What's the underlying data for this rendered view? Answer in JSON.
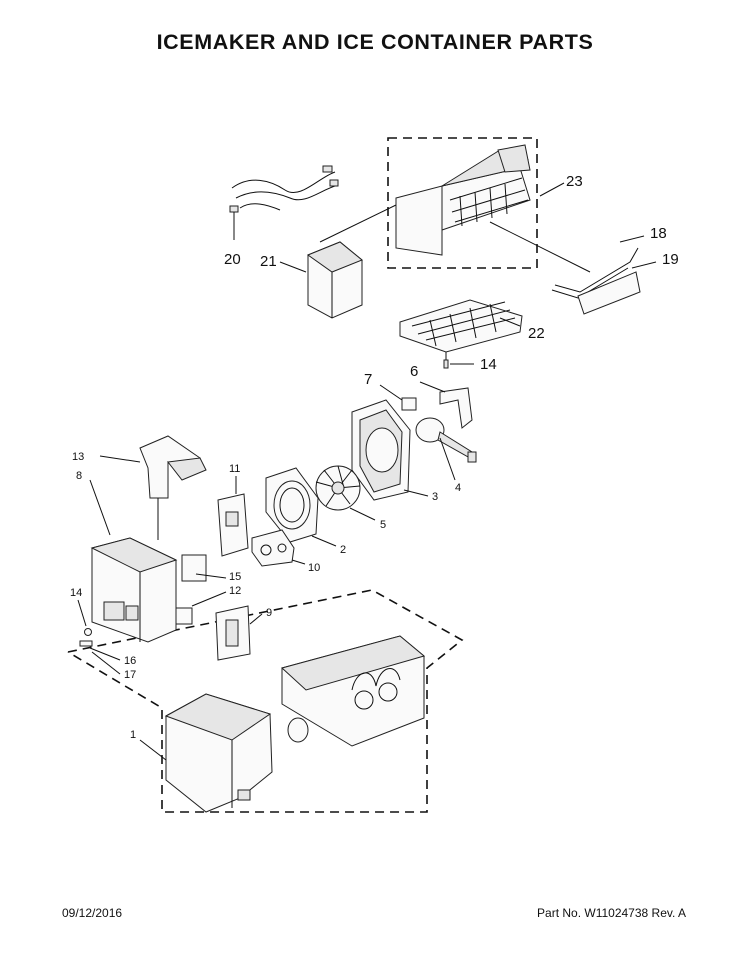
{
  "title": "ICEMAKER AND ICE CONTAINER PARTS",
  "footer": {
    "date": "09/12/2016",
    "part_no": "Part No. W11024738  Rev. A"
  },
  "callouts": {
    "c1": "1",
    "c2": "2",
    "c3": "3",
    "c4": "4",
    "c5": "5",
    "c6": "6",
    "c7": "7",
    "c8": "8",
    "c9": "9",
    "c10": "10",
    "c11": "11",
    "c12": "12",
    "c13": "13",
    "c14a": "14",
    "c14b": "14",
    "c15": "15",
    "c16": "16",
    "c17": "17",
    "c18": "18",
    "c19": "19",
    "c20": "20",
    "c21": "21",
    "c22": "22",
    "c23": "23"
  }
}
